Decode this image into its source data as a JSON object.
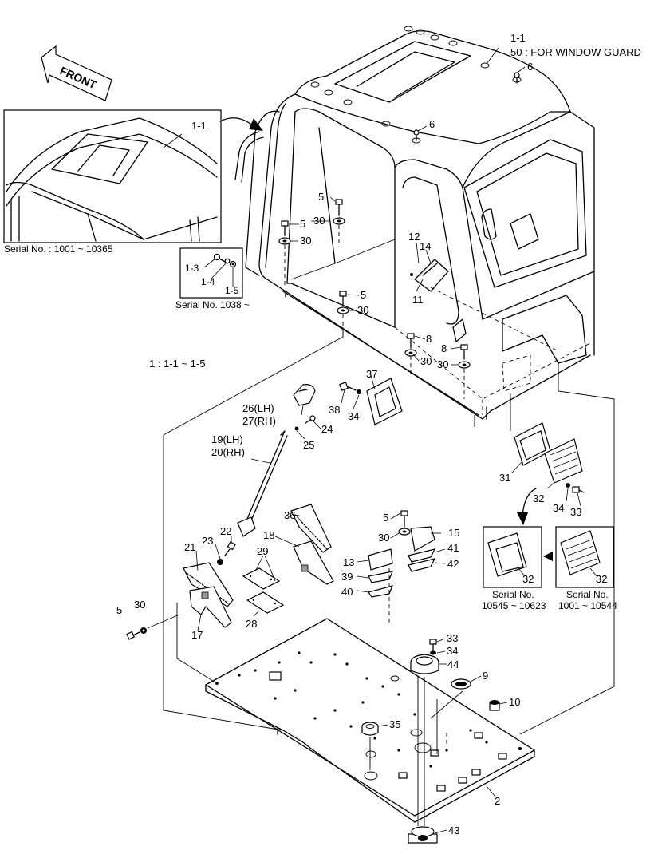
{
  "front_arrow": {
    "label": "FRONT"
  },
  "inset_top": {
    "part": "1-1",
    "caption": "Serial No. : 1001 ~ 10365"
  },
  "inset_small": {
    "parts": [
      "1-3",
      "1-4",
      "1-5"
    ],
    "caption": "Serial No. 1038 ~"
  },
  "note_kit": {
    "text": "1 : 1-1 ~ 1-5"
  },
  "cab_top": {
    "part": "1-1",
    "note": "50 : FOR WINDOW GUARD"
  },
  "callouts": {
    "c6a": "6",
    "c6b": "6",
    "c5a": "5",
    "c30a": "30",
    "c5b": "5",
    "c30b": "30",
    "c12": "12",
    "c14": "14",
    "c11": "11",
    "c5c": "5",
    "c30c": "30",
    "c8a": "8",
    "c8b": "8",
    "c30d": "30",
    "c30e": "30",
    "c37": "37",
    "c38": "38",
    "c34a": "34",
    "c26": "26(LH)",
    "c27": "27(RH)",
    "c24": "24",
    "c25": "25",
    "c19": "19(LH)",
    "c20": "20(RH)",
    "c31": "31",
    "c32a": "32",
    "c34b": "34",
    "c33a": "33",
    "c36": "36",
    "c18": "18",
    "c22": "22",
    "c23": "23",
    "c21": "21",
    "c29": "29",
    "c28": "28",
    "c17": "17",
    "c5d": "5",
    "c30f": "30",
    "c5e": "5",
    "c30g": "30",
    "c15": "15",
    "c13": "13",
    "c41": "41",
    "c39": "39",
    "c42": "42",
    "c40": "40",
    "c33b": "33",
    "c34c": "34",
    "c44": "44",
    "c9": "9",
    "c10": "10",
    "c35": "35",
    "c2": "2",
    "c43": "43"
  },
  "inset_vents": {
    "left": {
      "part": "32",
      "caption_line1": "Serial No.",
      "caption_line2": "10545 ~ 10623"
    },
    "right": {
      "part": "32",
      "caption_line1": "Serial No.",
      "caption_line2": "1001 ~ 10544"
    }
  }
}
